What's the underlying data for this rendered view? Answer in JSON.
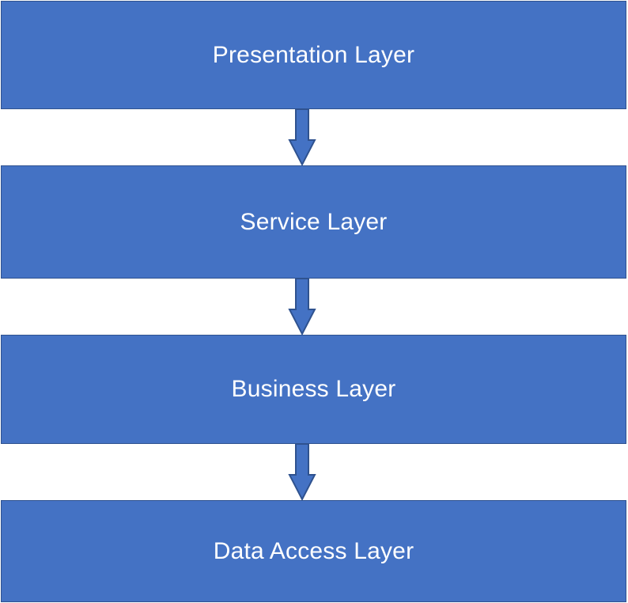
{
  "diagram": {
    "type": "layered-architecture",
    "colors": {
      "box_fill": "#4472c4",
      "box_border": "#2f528f",
      "text": "#ffffff",
      "arrow_fill": "#4472c4",
      "arrow_stroke": "#2f528f"
    },
    "layers": [
      {
        "label": "Presentation Layer"
      },
      {
        "label": "Service Layer"
      },
      {
        "label": "Business Layer"
      },
      {
        "label": "Data Access Layer"
      }
    ],
    "arrows": [
      {
        "from": "Presentation Layer",
        "to": "Service Layer",
        "direction": "down"
      },
      {
        "from": "Service Layer",
        "to": "Business Layer",
        "direction": "down"
      },
      {
        "from": "Business Layer",
        "to": "Data Access Layer",
        "direction": "down"
      }
    ]
  }
}
